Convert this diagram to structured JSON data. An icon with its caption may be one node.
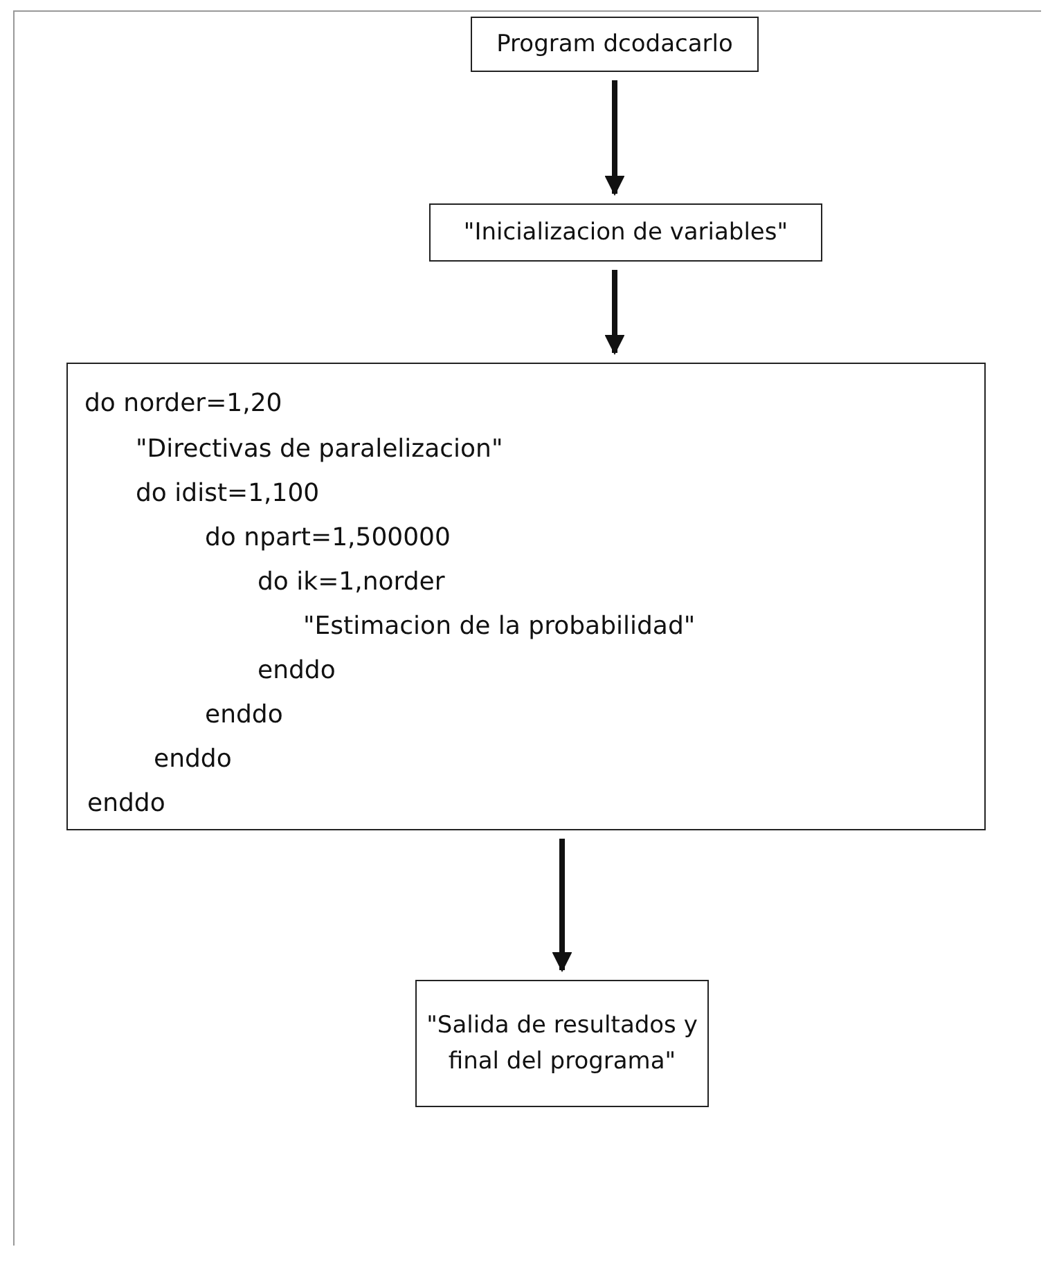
{
  "diagram": {
    "nodes": [
      {
        "text": [
          "Program dcodacarlo"
        ]
      },
      {
        "text": [
          "\"Inicializacion de variables\""
        ]
      },
      {
        "text": [
          "do norder=1,20",
          "\"Directivas de paralelizacion\"",
          "do idist=1,100",
          "do npart=1,500000",
          "do ik=1,norder",
          "\"Estimacion de la probabilidad\"",
          "enddo",
          "enddo",
          "enddo",
          "enddo"
        ]
      },
      {
        "text": [
          "\"Salida de resultados y final del programa\""
        ]
      }
    ],
    "edges": [
      {
        "from": 0,
        "to": 1,
        "arrow": "to"
      },
      {
        "from": 1,
        "to": 2,
        "arrow": "to"
      },
      {
        "from": 2,
        "to": 3,
        "arrow": "to"
      }
    ]
  }
}
